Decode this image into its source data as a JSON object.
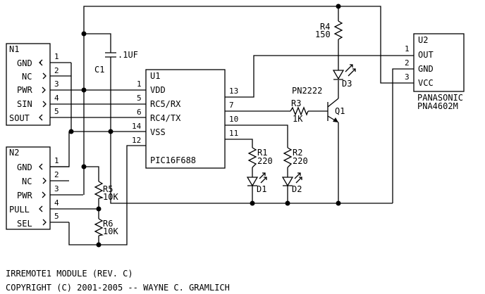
{
  "connectors": {
    "n1": {
      "ref": "N1",
      "pins": [
        {
          "num": "1",
          "name": "GND"
        },
        {
          "num": "2",
          "name": "NC"
        },
        {
          "num": "3",
          "name": "PWR"
        },
        {
          "num": "4",
          "name": "SIN"
        },
        {
          "num": "5",
          "name": "SOUT"
        }
      ]
    },
    "n2": {
      "ref": "N2",
      "pins": [
        {
          "num": "1",
          "name": "GND"
        },
        {
          "num": "2",
          "name": "NC"
        },
        {
          "num": "3",
          "name": "PWR"
        },
        {
          "num": "4",
          "name": "PULL"
        },
        {
          "num": "5",
          "name": "SEL"
        }
      ]
    }
  },
  "u1": {
    "ref": "U1",
    "part": "PIC16F688",
    "pins_left": [
      {
        "num": "1",
        "name": "VDD"
      },
      {
        "num": "5",
        "name": "RC5/RX"
      },
      {
        "num": "6",
        "name": "RC4/TX"
      },
      {
        "num": "14",
        "name": "VSS"
      },
      {
        "num": "12",
        "name": ""
      }
    ],
    "pins_right": [
      {
        "num": "13"
      },
      {
        "num": "7"
      },
      {
        "num": "10"
      },
      {
        "num": "11"
      }
    ]
  },
  "u2": {
    "ref": "U2",
    "maker": "PANASONIC",
    "part": "PNA4602M",
    "pins": [
      {
        "num": "1",
        "name": "OUT"
      },
      {
        "num": "2",
        "name": "GND"
      },
      {
        "num": "3",
        "name": "VCC"
      }
    ]
  },
  "c1": {
    "ref": "C1",
    "value": ".1UF"
  },
  "r4": {
    "ref": "R4",
    "value": "150"
  },
  "r1": {
    "ref": "R1",
    "value": "220"
  },
  "r2": {
    "ref": "R2",
    "value": "220"
  },
  "r3": {
    "ref": "R3",
    "value": "1K"
  },
  "r5": {
    "ref": "R5",
    "value": "10K"
  },
  "r6": {
    "ref": "R6",
    "value": "10K"
  },
  "q1": {
    "ref": "Q1",
    "part": "PN2222"
  },
  "d1": {
    "ref": "D1"
  },
  "d2": {
    "ref": "D2"
  },
  "d3": {
    "ref": "D3"
  },
  "footer": {
    "title": "IRREMOTE1 MODULE (REV. C)",
    "copyright": "COPYRIGHT (C) 2001-2005 -- WAYNE C. GRAMLICH"
  }
}
